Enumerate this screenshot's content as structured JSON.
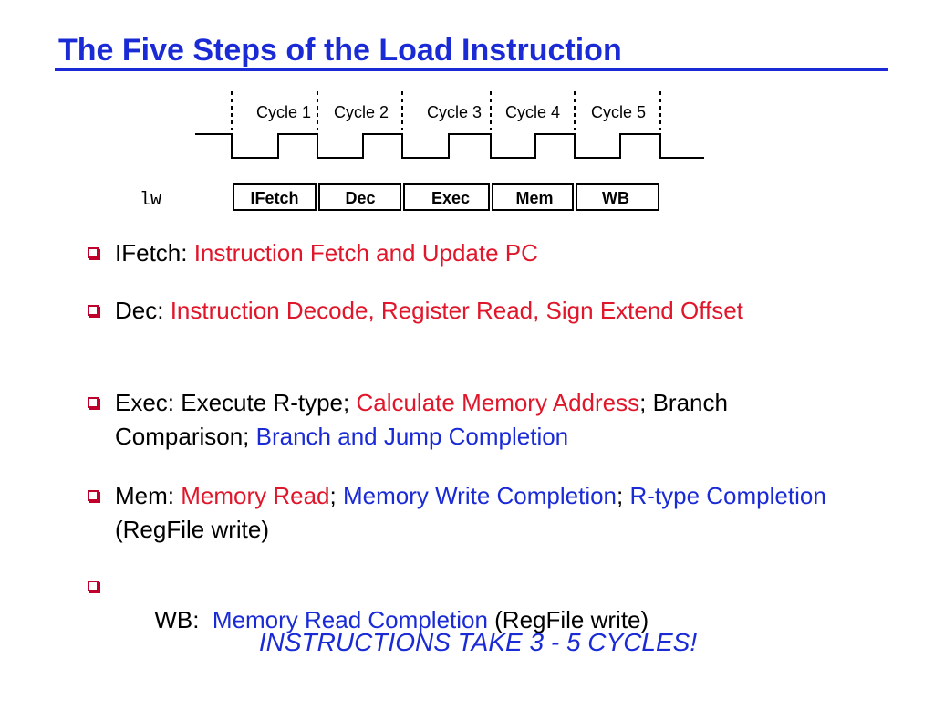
{
  "title": "The Five Steps of the Load Instruction",
  "diagram": {
    "cycles": [
      "Cycle 1",
      "Cycle 2",
      "Cycle 3",
      "Cycle 4",
      "Cycle 5"
    ],
    "instruction": "lw",
    "stages": [
      "IFetch",
      "Dec",
      "Exec",
      "Mem",
      "WB"
    ]
  },
  "bullets": [
    {
      "parts": [
        {
          "text": "IFetch: ",
          "color": "black"
        },
        {
          "text": "Instruction Fetch and Update PC",
          "color": "red"
        }
      ]
    },
    {
      "parts": [
        {
          "text": "Dec: ",
          "color": "black"
        },
        {
          "text": "Instruction Decode, Register Read, Sign Extend Offset",
          "color": "red"
        }
      ]
    },
    {
      "parts": [
        {
          "text": "Exec: Execute R-type; ",
          "color": "black"
        },
        {
          "text": "Calculate Memory Address",
          "color": "red"
        },
        {
          "text": "; Branch Comparison; ",
          "color": "black"
        },
        {
          "text": "Branch and Jump Completion",
          "color": "blue"
        }
      ]
    },
    {
      "parts": [
        {
          "text": "Mem: ",
          "color": "black"
        },
        {
          "text": "Memory Read",
          "color": "red"
        },
        {
          "text": "; ",
          "color": "black"
        },
        {
          "text": "Memory Write Completion",
          "color": "blue"
        },
        {
          "text": "; ",
          "color": "black"
        },
        {
          "text": "R-type Completion",
          "color": "blue"
        },
        {
          "text": " (RegFile write)",
          "color": "black"
        }
      ]
    },
    {
      "parts": [
        {
          "text": "WB:  ",
          "color": "black"
        },
        {
          "text": "Memory Read Completion",
          "color": "blue"
        },
        {
          "text": " (RegFile write)",
          "color": "black"
        }
      ]
    }
  ],
  "footer": "INSTRUCTIONS TAKE 3 - 5 CYCLES!",
  "colors": {
    "title": "#1a2bd6",
    "red": "#e0162b",
    "blue": "#1a2bd6",
    "bullet_marker": "#c0002a"
  }
}
